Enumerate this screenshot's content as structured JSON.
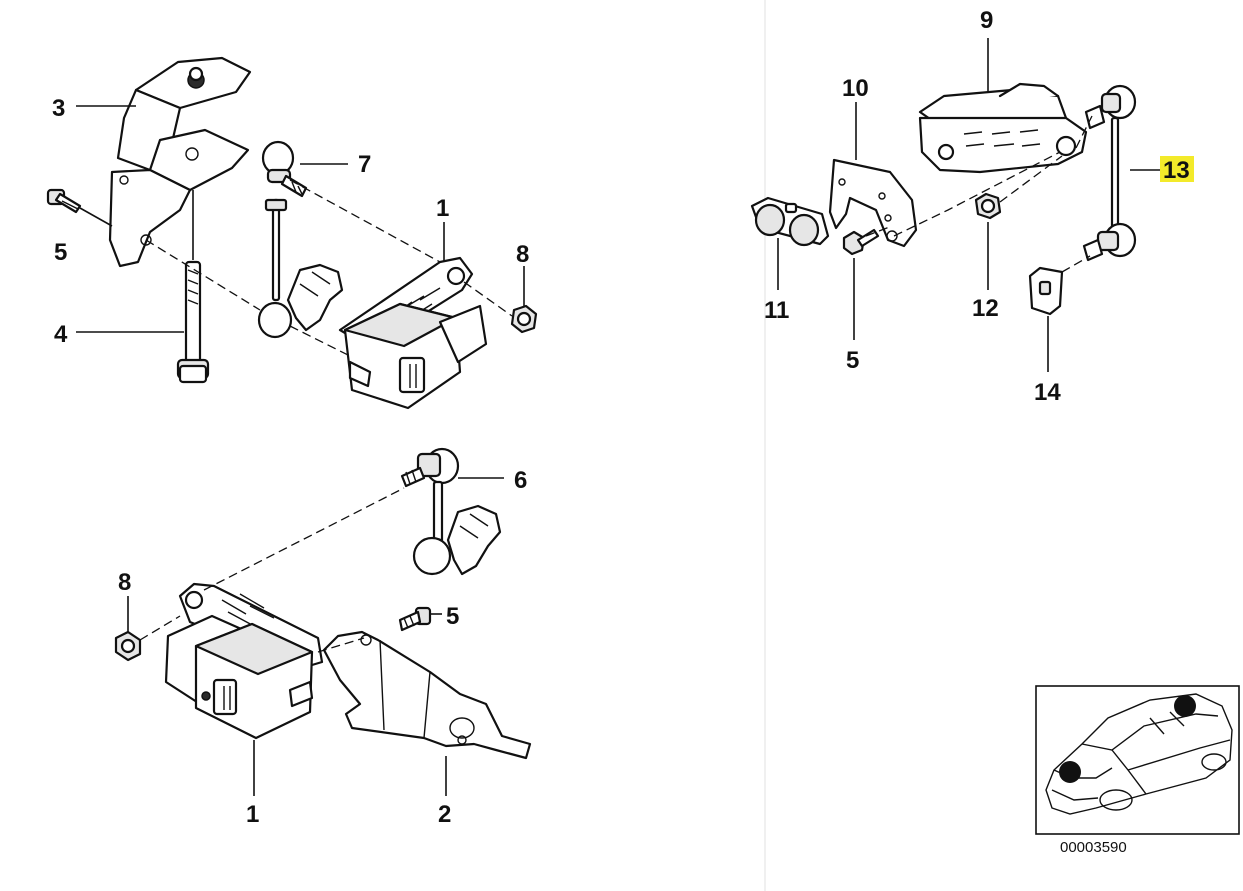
{
  "callouts": {
    "tl_3": "3",
    "tl_5": "5",
    "tl_4": "4",
    "tl_7": "7",
    "tl_1": "1",
    "tl_8": "8",
    "bl_6": "6",
    "bl_8": "8",
    "bl_5": "5",
    "bl_1": "1",
    "bl_2": "2",
    "tr_9": "9",
    "tr_10": "10",
    "tr_13": "13",
    "tr_11": "11",
    "tr_5": "5",
    "tr_12": "12",
    "tr_14": "14"
  },
  "highlighted_callout": "13",
  "colors": {
    "highlight": "#f3ea2a",
    "line": "#111111",
    "marker": "#111111"
  },
  "inset": {
    "code": "00003590",
    "marker_count": 2
  }
}
